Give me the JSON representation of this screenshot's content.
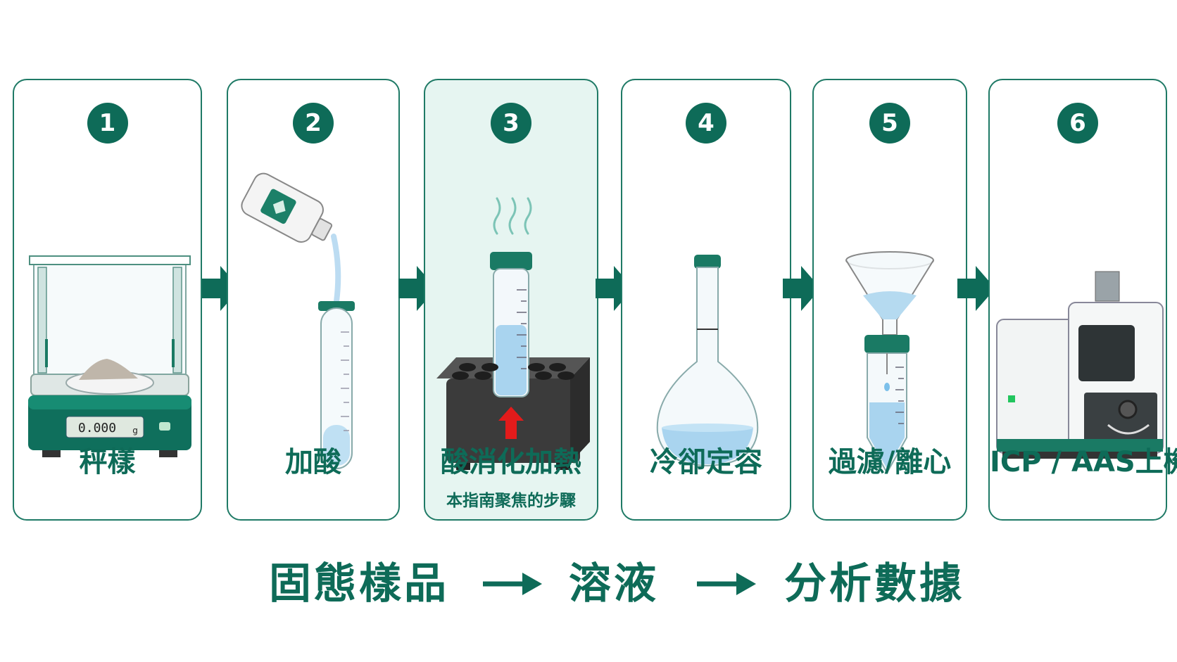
{
  "steps": [
    {
      "number": "1",
      "label": "秤樣",
      "sublabel": "",
      "highlight": false
    },
    {
      "number": "2",
      "label": "加酸",
      "sublabel": "",
      "highlight": false
    },
    {
      "number": "3",
      "label": "酸消化加熱",
      "sublabel": "本指南聚焦的步驟",
      "highlight": true
    },
    {
      "number": "4",
      "label": "冷卻定容",
      "sublabel": "",
      "highlight": false
    },
    {
      "number": "5",
      "label": "過濾/離心",
      "sublabel": "",
      "highlight": false
    },
    {
      "number": "6",
      "label": "ICP / AAS上機",
      "sublabel": "",
      "highlight": false
    }
  ],
  "balance": {
    "display": "0.000",
    "unit": "g"
  },
  "flow": {
    "stage1": "固態樣品",
    "stage2": "溶液",
    "stage3": "分析數據"
  },
  "colors": {
    "accent": "#0e6b58",
    "border": "#1f7a66",
    "highlight_bg": "#e6f5f1",
    "liquid": "#a9d4ef",
    "heat_arrow": "#e31b1b"
  },
  "icons": [
    "analytical-balance-icon",
    "acid-bottle-icon",
    "test-tube-icon",
    "heating-block-icon",
    "steam-icon",
    "volumetric-flask-icon",
    "funnel-icon",
    "centrifuge-tube-icon",
    "icp-aas-instrument-icon"
  ]
}
